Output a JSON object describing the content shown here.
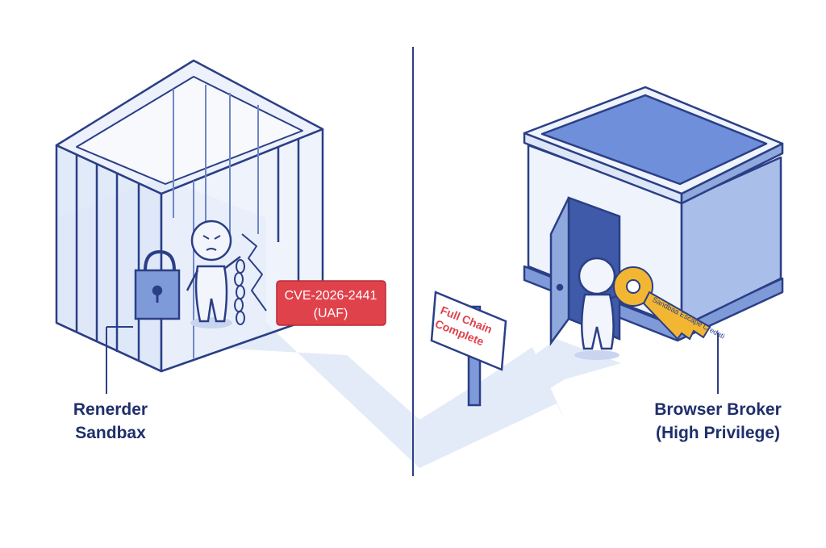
{
  "left": {
    "label_line1": "Renerder",
    "label_line2": "Sandbax",
    "cve_tag_line1": "CVE-2026-2441",
    "cve_tag_line2": "(UAF)",
    "icons": [
      "cage-icon",
      "padlock-icon",
      "broken-chain-icon",
      "angry-figure-icon"
    ]
  },
  "center": {
    "sign_line1": "Full Chain",
    "sign_line2": "Complete"
  },
  "right": {
    "label_line1": "Browser Broker",
    "label_line2": "(High Privilege)",
    "key_text": "Sandbaa Escape Credati",
    "icons": [
      "building-icon",
      "open-door-icon",
      "golden-key-icon",
      "figure-icon"
    ]
  },
  "colors": {
    "outline": "#2b3f86",
    "cage_fill": "#dce6f7",
    "building_fill": "#c9d7f1",
    "roof": "#6f8fdb",
    "path": "#e3ebf8",
    "tag_red": "#e0424b",
    "key_gold": "#f2b632",
    "label": "#1f2f6b"
  }
}
